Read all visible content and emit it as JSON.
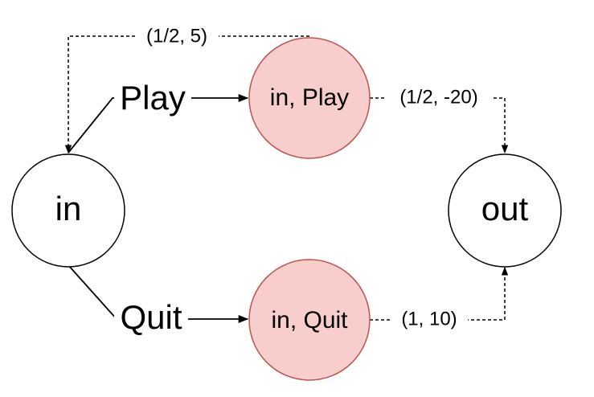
{
  "diagram": {
    "nodes": {
      "in": {
        "label": "in"
      },
      "out": {
        "label": "out"
      },
      "in_play": {
        "label": "in, Play"
      },
      "in_quit": {
        "label": "in, Quit"
      }
    },
    "edges": {
      "play": {
        "label": "Play"
      },
      "quit": {
        "label": "Quit"
      },
      "play_back": {
        "label": "(1/2, 5)"
      },
      "play_out": {
        "label": "(1/2, -20)"
      },
      "quit_out": {
        "label": "(1, 10)"
      }
    },
    "colors": {
      "state_fill": "#f8cecc",
      "state_stroke": "#b85450",
      "plain_fill": "#ffffff",
      "line": "#000000"
    }
  }
}
